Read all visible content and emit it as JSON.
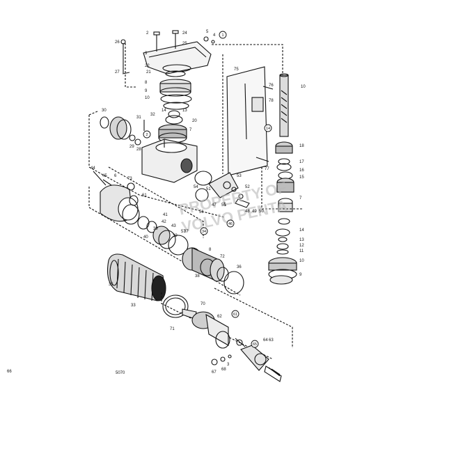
{
  "diagram": {
    "drawing_code": "5070",
    "watermark": [
      "PROPERTY OF",
      "VOLVO PENTA"
    ],
    "callouts": [
      "1",
      "2",
      "14",
      "46",
      "34",
      "61",
      "65"
    ],
    "part_labels": [
      "2",
      "24",
      "5",
      "4",
      "26",
      "25",
      "3",
      "22",
      "27",
      "21",
      "8",
      "9",
      "10",
      "75",
      "10",
      "76",
      "78",
      "30",
      "14",
      "13",
      "31",
      "32",
      "20",
      "7",
      "29",
      "28",
      "18",
      "17",
      "16",
      "15",
      "77",
      "44",
      "45",
      "6",
      "73",
      "61",
      "53",
      "52",
      "51",
      "50",
      "49",
      "48",
      "47",
      "55",
      "54",
      "56",
      "57",
      "39",
      "42",
      "41",
      "40",
      "43",
      "39",
      "37",
      "7",
      "14",
      "13",
      "12",
      "11",
      "10",
      "9",
      "8",
      "38",
      "35",
      "72",
      "36",
      "33",
      "71",
      "70",
      "62",
      "64",
      "63",
      "3",
      "67",
      "68",
      "66"
    ]
  }
}
